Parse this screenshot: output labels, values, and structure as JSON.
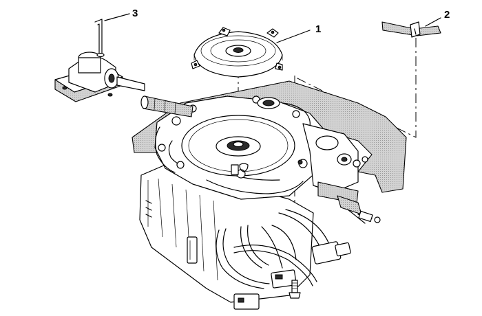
{
  "callouts": [
    {
      "id": "1",
      "label": "1"
    },
    {
      "id": "2",
      "label": "2"
    },
    {
      "id": "3",
      "label": "3"
    }
  ],
  "parts": {
    "torque_converter": "torque-converter",
    "transaxle_assembly": "transaxle-assembly",
    "support_bracket": "support-bracket",
    "fixture_with_pin": "holding-fixture",
    "bolt": "bolt"
  }
}
